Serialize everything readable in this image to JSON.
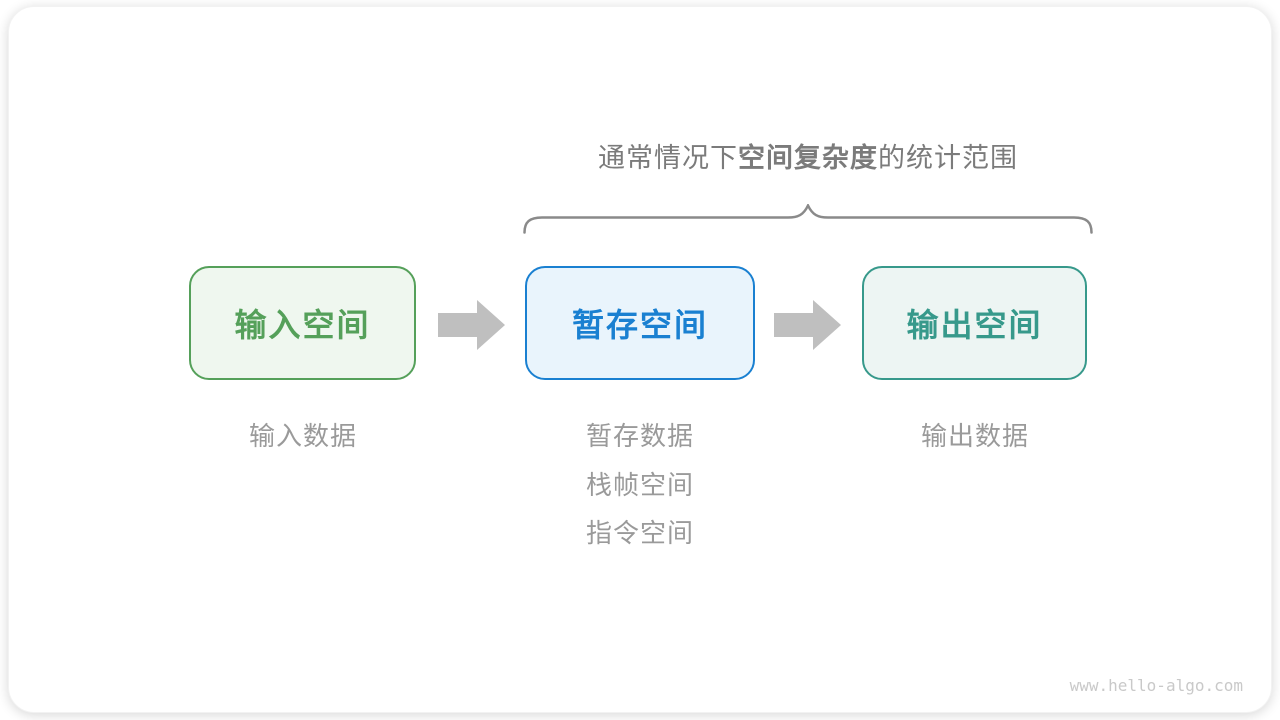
{
  "title": {
    "prefix": "通常情况下",
    "bold": "空间复杂度",
    "suffix": "的统计范围"
  },
  "boxes": [
    {
      "label": "输入空间",
      "border": "#55a05a",
      "bg": "#eff7ef",
      "text": "#55a05a",
      "notes": [
        "输入数据"
      ]
    },
    {
      "label": "暂存空间",
      "border": "#1a80d1",
      "bg": "#e9f4fc",
      "text": "#1a80d1",
      "notes": [
        "暂存数据",
        "栈帧空间",
        "指令空间"
      ]
    },
    {
      "label": "输出空间",
      "border": "#37998b",
      "bg": "#edf5f3",
      "text": "#37998b",
      "notes": [
        "输出数据"
      ]
    }
  ],
  "colors": {
    "title_text": "#7b7b7b",
    "brace": "#8a8a8a",
    "arrow": "#bfbfbf",
    "note_text": "#9a9a9a",
    "watermark": "#c9c9c9"
  },
  "page": {
    "watermark": "www.hello-algo.com"
  }
}
